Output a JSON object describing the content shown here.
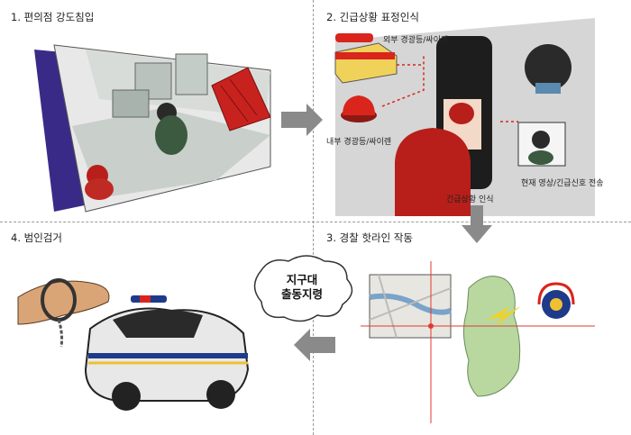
{
  "steps": [
    {
      "title": "1. 편의점 강도침입"
    },
    {
      "title": "2. 긴급상황 표정인식"
    },
    {
      "title": "3. 경찰 핫라인 작동"
    },
    {
      "title": "4. 범인검거"
    }
  ],
  "labels": {
    "external_alarm": "외부 경광등/싸이렌",
    "internal_alarm": "내부 경광등/싸이렌",
    "emergency_recognition": "긴급상황 인식",
    "video_transmission": "현재 영상/긴급신호 전송"
  },
  "bubble": {
    "line1": "지구대",
    "line2": "출동지령"
  },
  "icons": [
    "arrow-right-icon",
    "arrow-down-icon",
    "arrow-left-icon",
    "siren-icon",
    "police-headset-icon",
    "handcuffs-icon",
    "police-car-icon"
  ],
  "colors": {
    "arrow": "#8a8a8a",
    "siren_red": "#d9251c",
    "police_blue": "#1e3a8a",
    "map_green": "#b8d8a0",
    "crosshair": "#e03a2f"
  }
}
